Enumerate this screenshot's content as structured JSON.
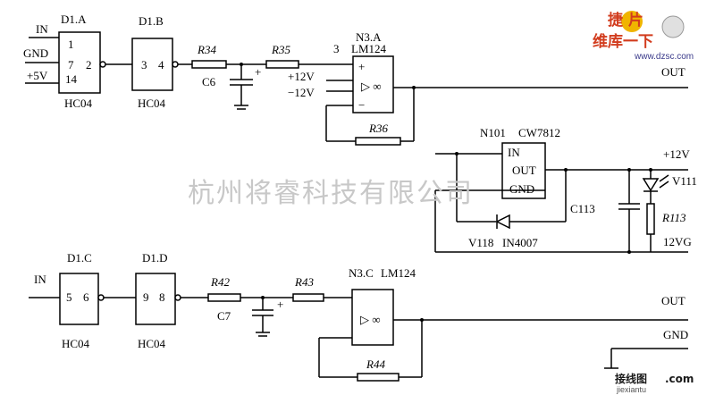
{
  "top": {
    "in": "IN",
    "gnd": "GND",
    "vcc": "+5V",
    "d1a": {
      "name": "D1.A",
      "pins": [
        "1",
        "7",
        "14",
        "2"
      ],
      "type": "HC04"
    },
    "d1b": {
      "name": "D1.B",
      "pins": [
        "3",
        "4"
      ],
      "type": "HC04"
    },
    "r34": "R34",
    "r35": "R35",
    "c6": "C6",
    "n3a": {
      "name": "N3.A",
      "pin": "3",
      "type": "LM124",
      "vpos": "+12V",
      "vneg": "−12V",
      "plus": "+",
      "minus": "−",
      "sym": "▷ ∞"
    },
    "r36": "R36",
    "out": "OUT"
  },
  "reg": {
    "n101": "N101",
    "type": "CW7812",
    "in": "IN",
    "out": "OUT",
    "gnd": "GND",
    "v118": "V118",
    "diode": "IN4007",
    "c113": "C113",
    "v111": "V111",
    "r113": "R113",
    "p12v": "+12V",
    "g12v": "12VG"
  },
  "bottom": {
    "in": "IN",
    "d1c": {
      "name": "D1.C",
      "pins": [
        "5",
        "6"
      ],
      "type": "HC04"
    },
    "d1d": {
      "name": "D1.D",
      "pins": [
        "9",
        "8"
      ],
      "type": "HC04"
    },
    "r42": "R42",
    "r43": "R43",
    "c7": "C7",
    "n3c": {
      "name": "N3.C",
      "type": "LM124",
      "sym": "▷ ∞"
    },
    "r44": "R44",
    "out": "OUT",
    "gnd": "GND"
  },
  "watermark": "杭州将睿科技有限公司",
  "logo": {
    "top": "捷   片",
    "brand": "维库一下",
    "url": "www.dzsc.com",
    "bottom": "接线图",
    "bottom_url": "jiexiantu",
    "com": ".com"
  }
}
